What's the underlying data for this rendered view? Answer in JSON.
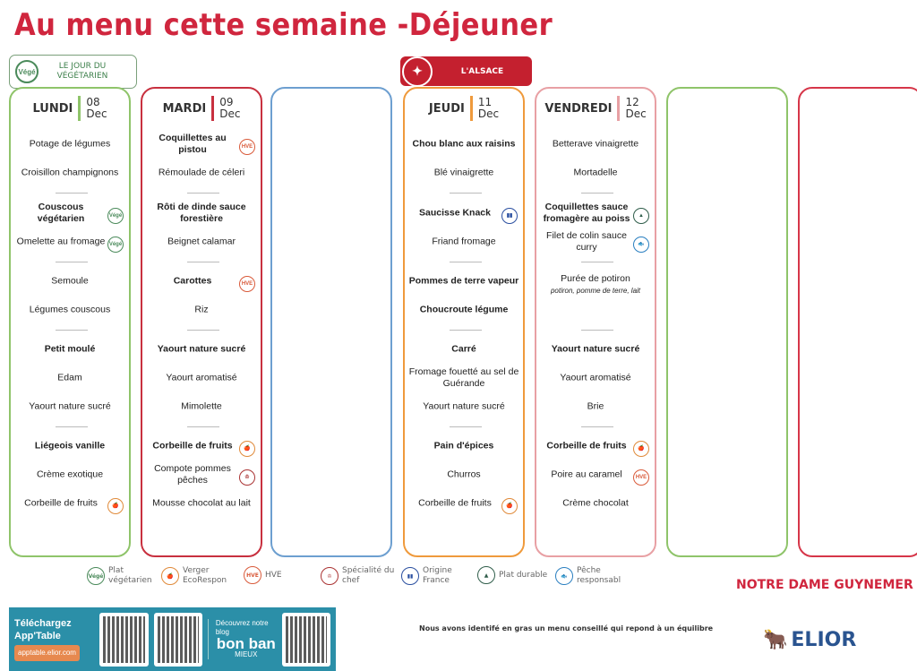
{
  "title": "Au menu cette semaine -Déjeuner",
  "vege_banner": {
    "badge": "Végé",
    "label": "LE JOUR DU VÉGÉTARIEN"
  },
  "theme_banner": {
    "label": "L'ALSACE"
  },
  "colors": {
    "title": "#d0263e",
    "lundi": "#8fc46a",
    "mardi": "#c8303f",
    "mercredi": "#6d9fd0",
    "jeudi": "#ef9a3c",
    "vendredi": "#e8a0a4",
    "samedi": "#8fc46a",
    "dimanche": "#d63649"
  },
  "days": [
    {
      "key": "lundi",
      "day": "LUNDI",
      "num": "08",
      "month": "Dec",
      "items": [
        {
          "t": "Potage de légumes"
        },
        {
          "t": "Croisillon champignons"
        },
        {
          "t": "Couscous végétarien",
          "b": true,
          "i": "vege"
        },
        {
          "t": "Omelette au fromage",
          "i": "vege"
        },
        {
          "t": "Semoule"
        },
        {
          "t": "Légumes couscous"
        },
        {
          "t": "Petit moulé",
          "b": true
        },
        {
          "t": "Edam"
        },
        {
          "t": "Yaourt nature sucré"
        },
        {
          "t": "Liégeois vanille",
          "b": true
        },
        {
          "t": "Crème exotique"
        },
        {
          "t": "Corbeille de fruits",
          "i": "verger"
        }
      ]
    },
    {
      "key": "mardi",
      "day": "MARDI",
      "num": "09",
      "month": "Dec",
      "items": [
        {
          "t": "Coquillettes au pistou",
          "b": true,
          "i": "hve"
        },
        {
          "t": "Rémoulade de céleri"
        },
        {
          "t": "Rôti de dinde sauce forestière",
          "b": true
        },
        {
          "t": "Beignet calamar"
        },
        {
          "t": "Carottes",
          "b": true,
          "i": "hve"
        },
        {
          "t": "Riz"
        },
        {
          "t": "Yaourt nature sucré",
          "b": true
        },
        {
          "t": "Yaourt aromatisé"
        },
        {
          "t": "Mimolette"
        },
        {
          "t": "Corbeille de fruits",
          "b": true,
          "i": "verger"
        },
        {
          "t": "Compote pommes pêches",
          "i": "chef"
        },
        {
          "t": "Mousse chocolat au lait"
        }
      ]
    },
    {
      "key": "mercredi",
      "items": []
    },
    {
      "key": "jeudi",
      "day": "JEUDI",
      "num": "11",
      "month": "Dec",
      "items": [
        {
          "t": "Chou blanc aux raisins",
          "b": true
        },
        {
          "t": "Blé vinaigrette"
        },
        {
          "t": "Saucisse Knack",
          "b": true,
          "i": "france"
        },
        {
          "t": "Friand fromage"
        },
        {
          "t": "Pommes de terre vapeur",
          "b": true
        },
        {
          "t": "Choucroute légume",
          "b": true
        },
        {
          "t": "Carré",
          "b": true
        },
        {
          "t": "Fromage fouetté au sel de Guérande"
        },
        {
          "t": "Yaourt nature sucré"
        },
        {
          "t": "Pain d'épices",
          "b": true
        },
        {
          "t": "Churros"
        },
        {
          "t": "Corbeille de fruits",
          "i": "verger"
        }
      ]
    },
    {
      "key": "vendredi",
      "day": "VENDREDI",
      "num": "12",
      "month": "Dec",
      "items": [
        {
          "t": "Betterave vinaigrette"
        },
        {
          "t": "Mortadelle"
        },
        {
          "t": "Coquillettes sauce fromagère au poiss",
          "b": true,
          "i": "durable"
        },
        {
          "t": "Filet de colin sauce curry",
          "i": "peche"
        },
        {
          "t": "Purée de potiron",
          "sub": "potiron, pomme de terre, lait"
        },
        null,
        {
          "t": "Yaourt nature sucré",
          "b": true
        },
        {
          "t": "Yaourt aromatisé"
        },
        {
          "t": "Brie"
        },
        {
          "t": "Corbeille de fruits",
          "b": true,
          "i": "verger"
        },
        {
          "t": "Poire au caramel",
          "i": "hve"
        },
        {
          "t": "Crème chocolat"
        }
      ]
    },
    {
      "key": "samedi",
      "items": []
    },
    {
      "key": "dimanche",
      "items": []
    }
  ],
  "icons": {
    "vege": {
      "glyph": "Végé",
      "color": "#4a8a5a"
    },
    "verger": {
      "glyph": "🍎",
      "color": "#e08a3a"
    },
    "hve": {
      "glyph": "HVE",
      "color": "#d95a3a"
    },
    "chef": {
      "glyph": "♔",
      "color": "#a33"
    },
    "france": {
      "glyph": "▮▮",
      "color": "#2a4fa0"
    },
    "durable": {
      "glyph": "▲",
      "color": "#2f5d4a"
    },
    "peche": {
      "glyph": "🐟",
      "color": "#2a7fc0"
    }
  },
  "legend": [
    {
      "icon": "vege",
      "label": "Plat végétarien"
    },
    {
      "icon": "verger",
      "label": "Verger EcoRespon"
    },
    {
      "icon": "hve",
      "label": "HVE"
    },
    {
      "icon": "chef",
      "label": "Spécialité du chef"
    },
    {
      "icon": "france",
      "label": "Origine France"
    },
    {
      "icon": "durable",
      "label": "Plat durable"
    },
    {
      "icon": "peche",
      "label": "Pêche responsabl"
    }
  ],
  "school": "NOTRE DAME GUYNEMER",
  "app": {
    "line1": "Téléchargez",
    "line2": "App'Table",
    "url": "apptable.elior.com",
    "blog": "Découvrez notre blog",
    "blog_name": "bon ban",
    "blog_tag": "MIEUX"
  },
  "note": "Nous avons identifé en gras un menu conseillé qui repond à un équilibre",
  "brand": "ELIOR"
}
